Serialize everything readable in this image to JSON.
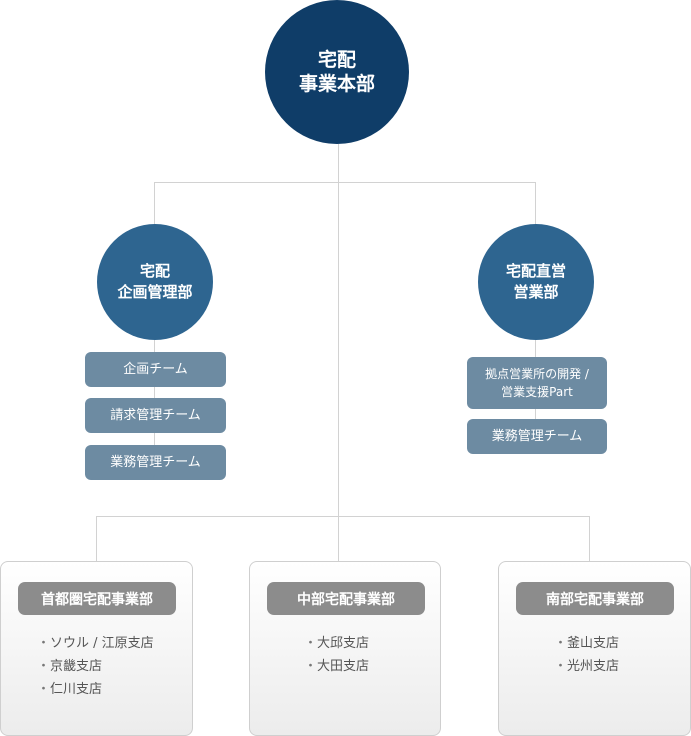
{
  "hq": {
    "line1": "宅配",
    "line2": "事業本部"
  },
  "planning_dept": {
    "line1": "宅配",
    "line2": "企画管理部",
    "teams": [
      "企画チーム",
      "請求管理チーム",
      "業務管理チーム"
    ]
  },
  "sales_dept": {
    "line1": "宅配直営",
    "line2": "営業部",
    "teams": [
      {
        "line1": "拠点営業所の開発 /",
        "line2": "営業支援Part"
      },
      {
        "line1": "業務管理チーム",
        "line2": ""
      }
    ]
  },
  "branches": [
    {
      "title": "首都圏宅配事業部",
      "items": [
        "ソウル / 江原支店",
        "京畿支店",
        "仁川支店"
      ]
    },
    {
      "title": "中部宅配事業部",
      "items": [
        "大邱支店",
        "大田支店"
      ]
    },
    {
      "title": "南部宅配事業部",
      "items": [
        "釜山支店",
        "光州支店"
      ]
    }
  ],
  "colors": {
    "hq_circle": "#0f3d68",
    "dept_circle": "#2e6590",
    "team_box": "#6d8ba2",
    "branch_title": "#8c8c8c",
    "connector": "#d2d2d2"
  }
}
